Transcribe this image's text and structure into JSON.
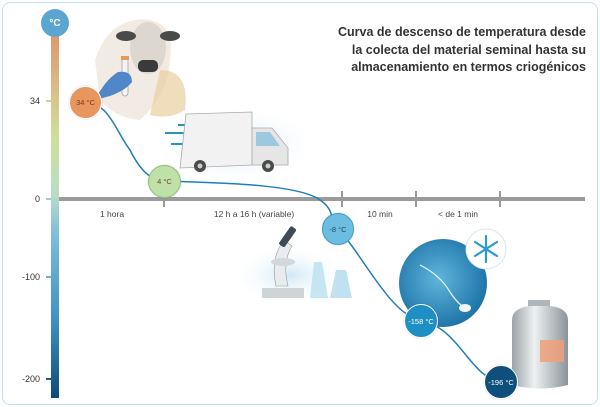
{
  "title": {
    "lines": [
      "Curva de descenso de temperatura desde",
      "la colecta del material seminal hasta su",
      "almacenamiento en termos criogénicos"
    ]
  },
  "scale": {
    "unit": "°C",
    "ticks": [
      "34",
      "0",
      "-100",
      "-200"
    ]
  },
  "timeline": {
    "segments": [
      "1 hora",
      "12 h a 16 h (variable)",
      "10 min",
      "< de 1 min"
    ]
  },
  "points": [
    {
      "label": "34 °C",
      "value": 34,
      "color": "#e8955e"
    },
    {
      "label": "4 °C",
      "value": 4,
      "color": "#bfe0a6"
    },
    {
      "label": "-8 °C",
      "value": -8,
      "color": "#6dbde0"
    },
    {
      "label": "-158 °C",
      "value": -158,
      "color": "#1e8fc4"
    },
    {
      "label": "-196 °C",
      "value": -196,
      "color": "#0e4f7c"
    }
  ],
  "colors": {
    "curve": "#1f7fb5",
    "axis": "#9b9b9b"
  }
}
